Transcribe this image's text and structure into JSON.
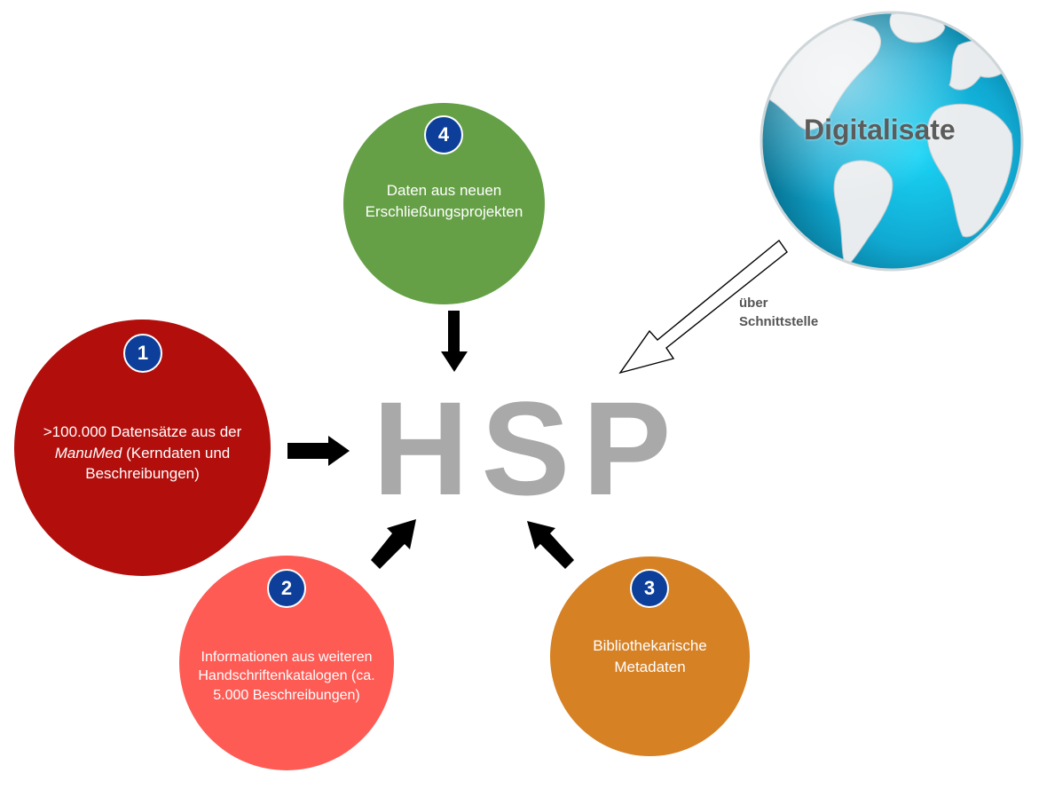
{
  "center": {
    "label": "HSP"
  },
  "sources": [
    {
      "number": "1",
      "text_pre": ">100.000 Datensätze aus der ",
      "text_em": "ManuMed",
      "text_post": " (Kerndaten und Beschreibungen)",
      "color": "#b20f0c"
    },
    {
      "number": "2",
      "text": "Informationen aus weiteren Handschriftenkatalogen (ca. 5.000 Beschreibungen)",
      "color": "#fe5b54"
    },
    {
      "number": "3",
      "text": "Bibliothekarische Metadaten",
      "color": "#d68124"
    },
    {
      "number": "4",
      "text": "Daten aus neuen Erschließungsprojekten",
      "color": "#65a046"
    }
  ],
  "globe": {
    "label": "Digitalisate"
  },
  "interface": {
    "line1": "über",
    "line2": "Schnittstelle"
  },
  "colors": {
    "badge": "#0d3f9a",
    "center_text": "#a9a9a9",
    "arrow": "#000000"
  }
}
